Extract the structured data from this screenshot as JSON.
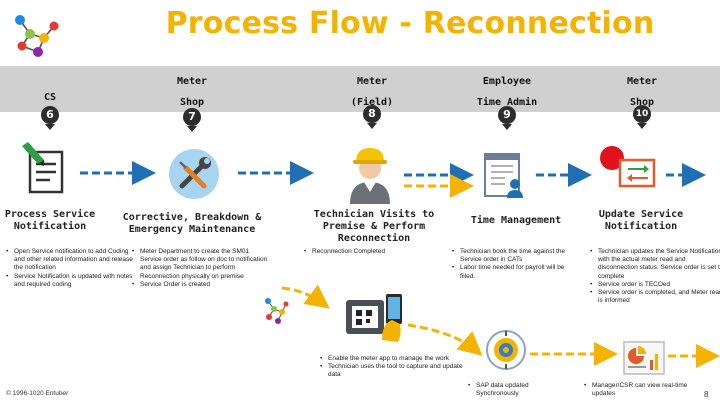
{
  "title": "Process Flow - Reconnection",
  "colors": {
    "accent": "#f5b300",
    "band": "#d0d0d0",
    "blue_arrow": "#1f6fb5",
    "yellow_arrow": "#f5b300"
  },
  "roles": [
    {
      "lines": [
        "CS"
      ],
      "number": "6"
    },
    {
      "lines": [
        "Meter",
        "Shop"
      ],
      "number": "7"
    },
    {
      "lines": [
        "Meter",
        "(Field)"
      ],
      "number": "8"
    },
    {
      "lines": [
        "Employee",
        "Time Admin"
      ],
      "number": "9"
    },
    {
      "lines": [
        "Meter",
        "Shop"
      ],
      "number": "10"
    }
  ],
  "steps": [
    {
      "icon": "document-pen-icon",
      "name": [
        "Process Service",
        "Notification"
      ],
      "bullets": [
        "Open Service notification to add Coding and other related information and release the notification",
        "Service Notification is updated with notes and required coding"
      ]
    },
    {
      "icon": "wrench-screwdriver-icon",
      "name": [
        "Corrective, Breakdown &",
        "Emergency Maintenance"
      ],
      "bullets": [
        "Meter Department to create the SM01 Service order as follow on doc to notification and assign Technician to perform Reconnection physically on premise",
        "Service Order is created"
      ]
    },
    {
      "icon": "technician-icon",
      "name": [
        "Technician Visits to",
        "Premise & Perform",
        "Reconnection"
      ],
      "bullets": [
        "Reconnection Completed"
      ]
    },
    {
      "icon": "timesheet-icon",
      "name": [
        "Time Management"
      ],
      "bullets": [
        "Technician book the time against the Service order in CATs",
        "Labor time needed for payroll will be filled."
      ]
    },
    {
      "icon": "update-notification-icon",
      "name": [
        "Update Service",
        "Notification"
      ],
      "bullets": [
        "Technician updates the Service Notification with the actual meter read and disconnection status. Service order is set to complete",
        "Service order is TECOed",
        "Service order is completed, and Meter read is informed"
      ]
    }
  ],
  "lower": {
    "app": {
      "icon": "mobile-app-icon",
      "bullets": [
        "Enable the meter app to manage the work",
        "Technician uses the tool to capture and update data"
      ]
    },
    "sap": {
      "icon": "sap-sync-icon",
      "bullets": [
        "SAP data updated Synchronously"
      ]
    },
    "dash": {
      "icon": "dashboard-icon",
      "bullets": [
        "Manager/CSR can view real-time updates"
      ]
    }
  },
  "footer": {
    "copyright": "© 1996-1020 Entuber",
    "page": "8"
  }
}
